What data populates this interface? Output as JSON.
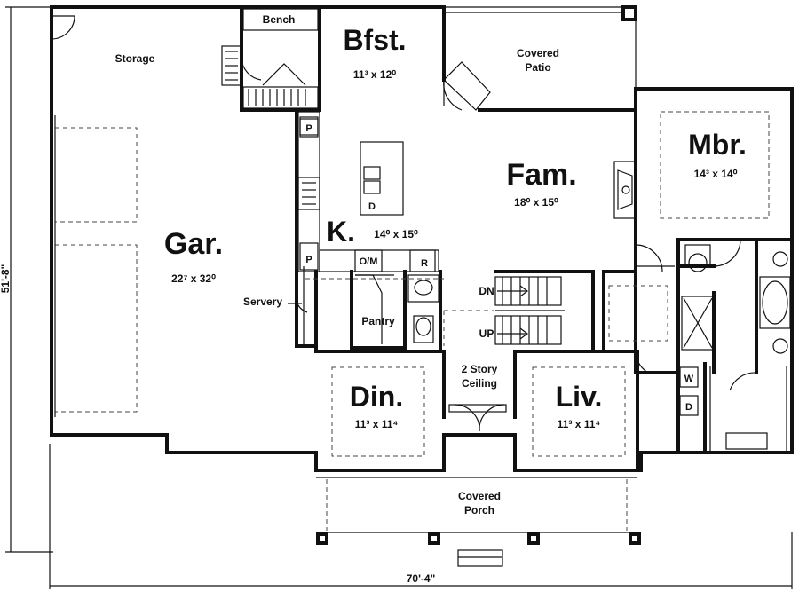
{
  "rooms": {
    "garage": {
      "name": "Gar.",
      "dim": "22⁷ x 32⁰"
    },
    "breakfast": {
      "name": "Bfst.",
      "dim": "11³ x 12⁰"
    },
    "family": {
      "name": "Fam.",
      "dim": "18⁰ x 15⁰"
    },
    "master": {
      "name": "Mbr.",
      "dim": "14³ x 14⁰"
    },
    "kitchen": {
      "name": "K.",
      "dim": "14⁰ x 15⁰"
    },
    "dining": {
      "name": "Din.",
      "dim": "11³ x 11⁴"
    },
    "living": {
      "name": "Liv.",
      "dim": "11³ x 11⁴"
    }
  },
  "labels": {
    "storage": "Storage",
    "bench": "Bench",
    "covered_patio": [
      "Covered",
      "Patio"
    ],
    "servery": "Servery",
    "pantry": "Pantry",
    "two_story": [
      "2 Story",
      "Ceiling"
    ],
    "covered_porch": [
      "Covered",
      "Porch"
    ],
    "dn": "DN",
    "up": "UP",
    "pantry_p1": "P",
    "pantry_p2": "P",
    "oven_micro": "O/M",
    "refrigerator": "R",
    "dishwasher": "D",
    "washer": "W",
    "dryer": "D"
  },
  "dimensions": {
    "width": "70'-4\"",
    "depth": "51'-8\""
  }
}
